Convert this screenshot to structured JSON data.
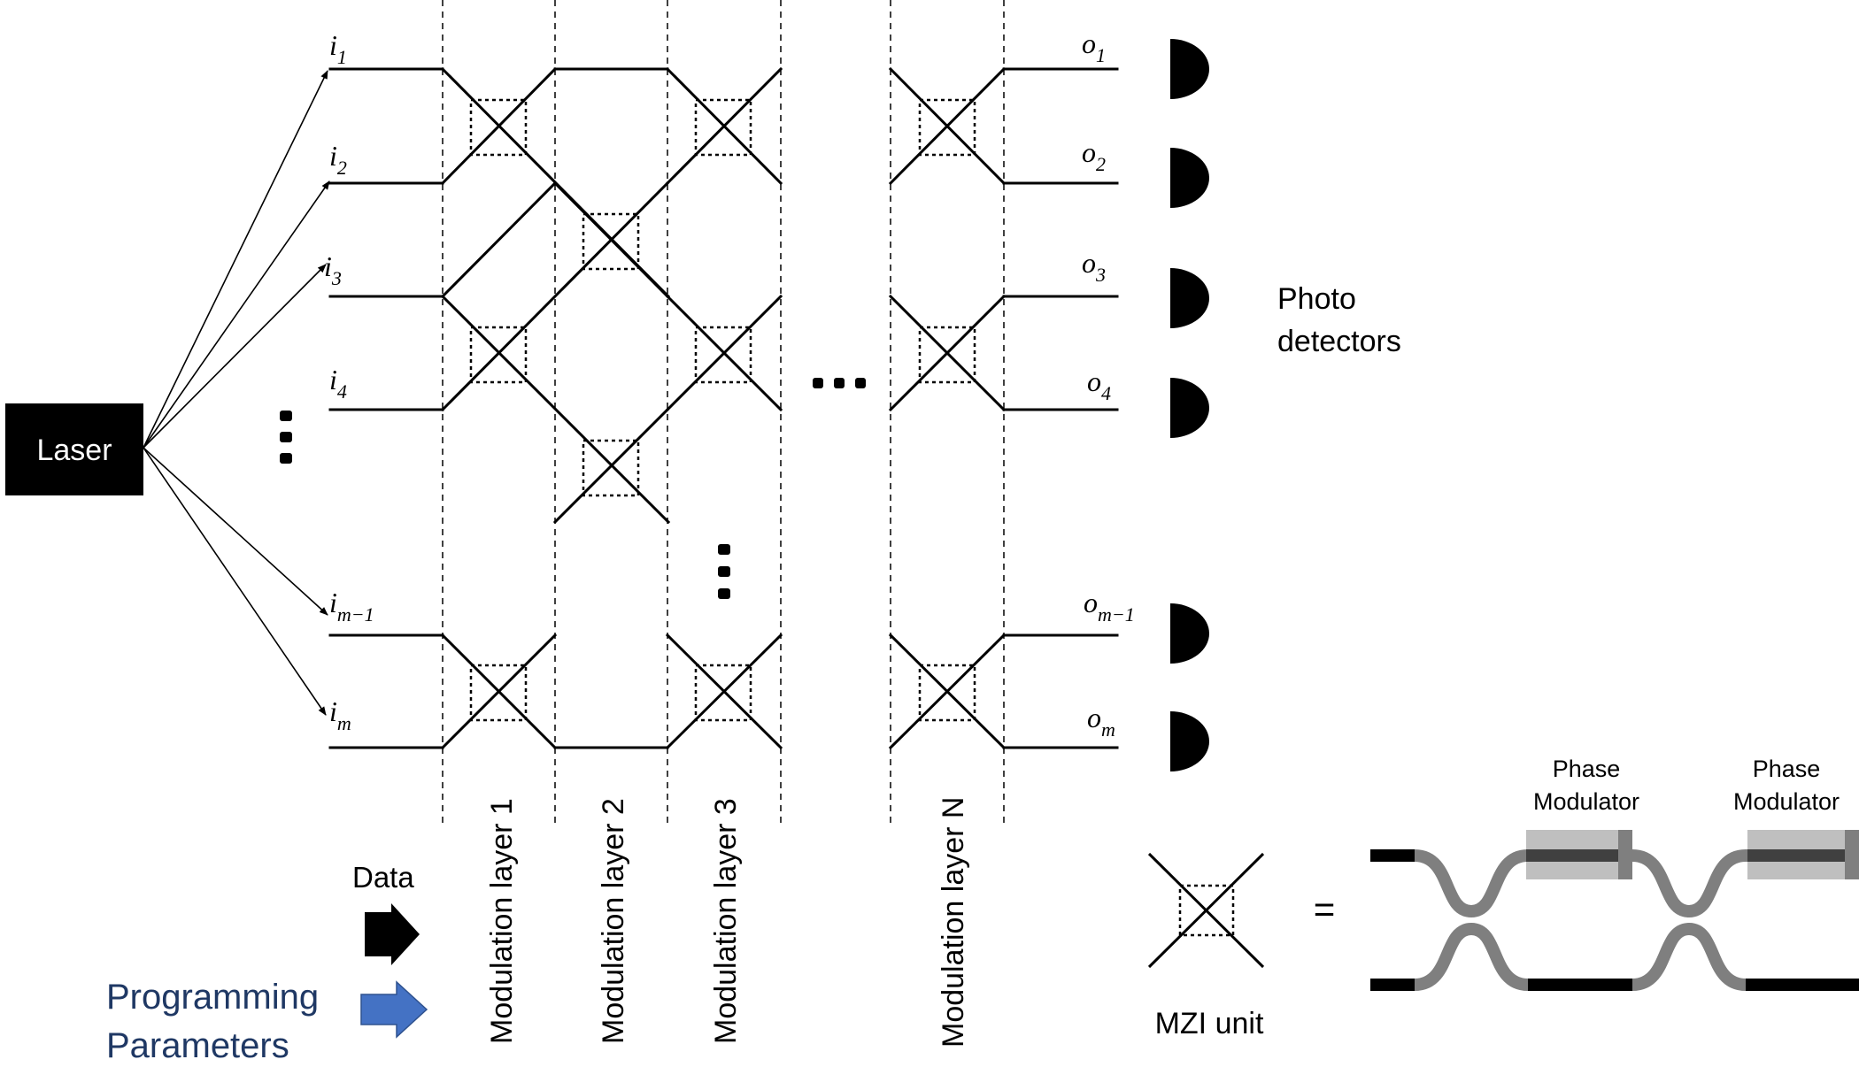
{
  "laser": {
    "label": "Laser"
  },
  "inputs": [
    {
      "base": "i",
      "sub": "1"
    },
    {
      "base": "i",
      "sub": "2"
    },
    {
      "base": "i",
      "sub": "3"
    },
    {
      "base": "i",
      "sub": "4"
    },
    {
      "base": "i",
      "sub": "m−1"
    },
    {
      "base": "i",
      "sub": "m"
    }
  ],
  "outputs": [
    {
      "base": "o",
      "sub": "1"
    },
    {
      "base": "o",
      "sub": "2"
    },
    {
      "base": "o",
      "sub": "3"
    },
    {
      "base": "o",
      "sub": "4"
    },
    {
      "base": "o",
      "sub": "m−1"
    },
    {
      "base": "o",
      "sub": "m"
    }
  ],
  "detectors": {
    "label_line1": "Photo",
    "label_line2": "detectors"
  },
  "layers": [
    "Modulation layer 1",
    "Modulation layer 2",
    "Modulation layer 3",
    "Modulation layer N"
  ],
  "legend": {
    "data": "Data",
    "programming_line1": "Programming",
    "programming_line2": "Parameters",
    "arrow_colors": {
      "data": "#000000",
      "programming": "#4472c4"
    },
    "programming_text_color": "#1f3864"
  },
  "mzi": {
    "unit_label": "MZI unit",
    "equals": "=",
    "phase_modulator_line1": "Phase",
    "phase_modulator_line2": "Modulator"
  }
}
